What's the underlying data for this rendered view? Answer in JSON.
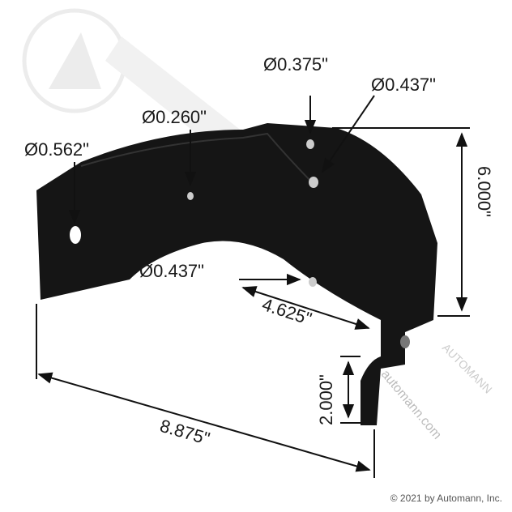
{
  "watermark": {
    "brand": "AUTOMANN",
    "url": "automann.com",
    "color": "#d9d9d9"
  },
  "part_color": "#151515",
  "dimensions": {
    "hole_top_right_small": "Ø0.375\"",
    "hole_top_right_large": "Ø0.437\"",
    "hole_middle": "Ø0.260\"",
    "hole_left": "Ø0.562\"",
    "hole_bottom": "Ø0.437\"",
    "height": "6.000\"",
    "inner_width": "4.625\"",
    "flange_height": "2.000\"",
    "overall_length": "8.875\""
  },
  "copyright": "© 2021 by Automann, Inc."
}
